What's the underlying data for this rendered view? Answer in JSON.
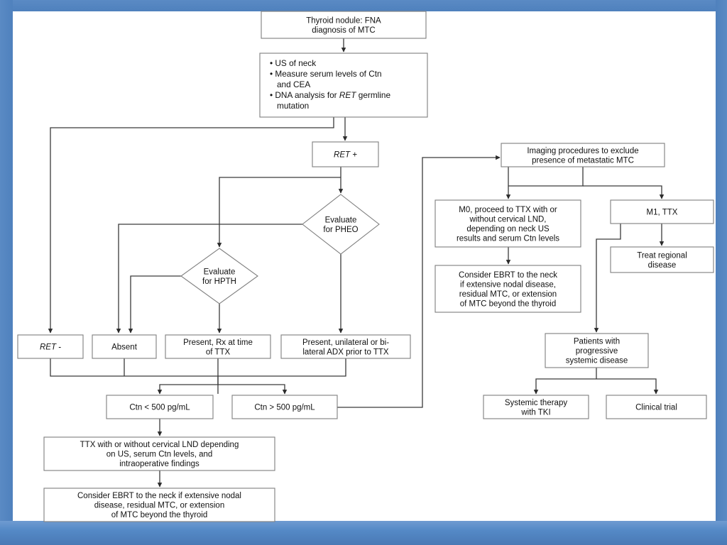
{
  "slide": {
    "frame_color": "#4f81bd",
    "background": "#ffffff",
    "node_fill": "#ffffff",
    "node_stroke": "#7f7f7f",
    "connector_color": "#3a3a3a",
    "text_color": "#111111"
  },
  "nodes": {
    "start": {
      "lines": [
        "Thyroid nodule: FNA",
        "diagnosis of MTC"
      ]
    },
    "workup": {
      "bullets": [
        [
          "US of neck"
        ],
        [
          "Measure serum levels of Ctn",
          "and CEA"
        ],
        [
          "DNA analysis for RET germline",
          "mutation"
        ]
      ],
      "italic_word": "RET"
    },
    "ret_pos": {
      "lines": [
        "RET +"
      ],
      "italic": true
    },
    "ret_neg": {
      "lines": [
        "RET -"
      ],
      "italic": true
    },
    "eval_pheo": {
      "lines": [
        "Evaluate",
        "for PHEO"
      ]
    },
    "eval_hpth": {
      "lines": [
        "Evaluate",
        "for HPTH"
      ]
    },
    "absent": {
      "lines": [
        "Absent"
      ]
    },
    "present_rx": {
      "lines": [
        "Present, Rx at time",
        "of TTX"
      ]
    },
    "present_adx": {
      "lines": [
        "Present, unilateral or bi-",
        "lateral ADX prior to TTX"
      ]
    },
    "ctn_low": {
      "lines": [
        "Ctn < 500 pg/mL"
      ]
    },
    "ctn_high": {
      "lines": [
        "Ctn > 500 pg/mL"
      ]
    },
    "ttx_lnd": {
      "lines": [
        "TTX with or without cervical LND depending",
        "on US, serum Ctn levels, and",
        "intraoperative findings"
      ]
    },
    "ebrt_left": {
      "lines": [
        "Consider EBRT to the neck if extensive nodal",
        "disease, residual MTC, or extension",
        "of MTC beyond the thyroid"
      ]
    },
    "imaging": {
      "lines": [
        "Imaging procedures to exclude",
        "presence of metastatic MTC"
      ]
    },
    "m0": {
      "lines": [
        "M0, proceed to TTX with or",
        "without cervical LND,",
        "depending on neck US",
        "results and serum Ctn levels"
      ]
    },
    "ebrt_right": {
      "lines": [
        "Consider EBRT to the neck",
        "if extensive nodal disease,",
        "residual MTC, or extension",
        "of MTC beyond the thyroid"
      ]
    },
    "m1": {
      "lines": [
        "M1, TTX"
      ]
    },
    "treat_regional": {
      "lines": [
        "Treat regional",
        "disease"
      ]
    },
    "progressive": {
      "lines": [
        "Patients with",
        "progressive",
        "systemic disease"
      ]
    },
    "tki": {
      "lines": [
        "Systemic therapy",
        "with TKI"
      ]
    },
    "trial": {
      "lines": [
        "Clinical trial"
      ]
    }
  }
}
